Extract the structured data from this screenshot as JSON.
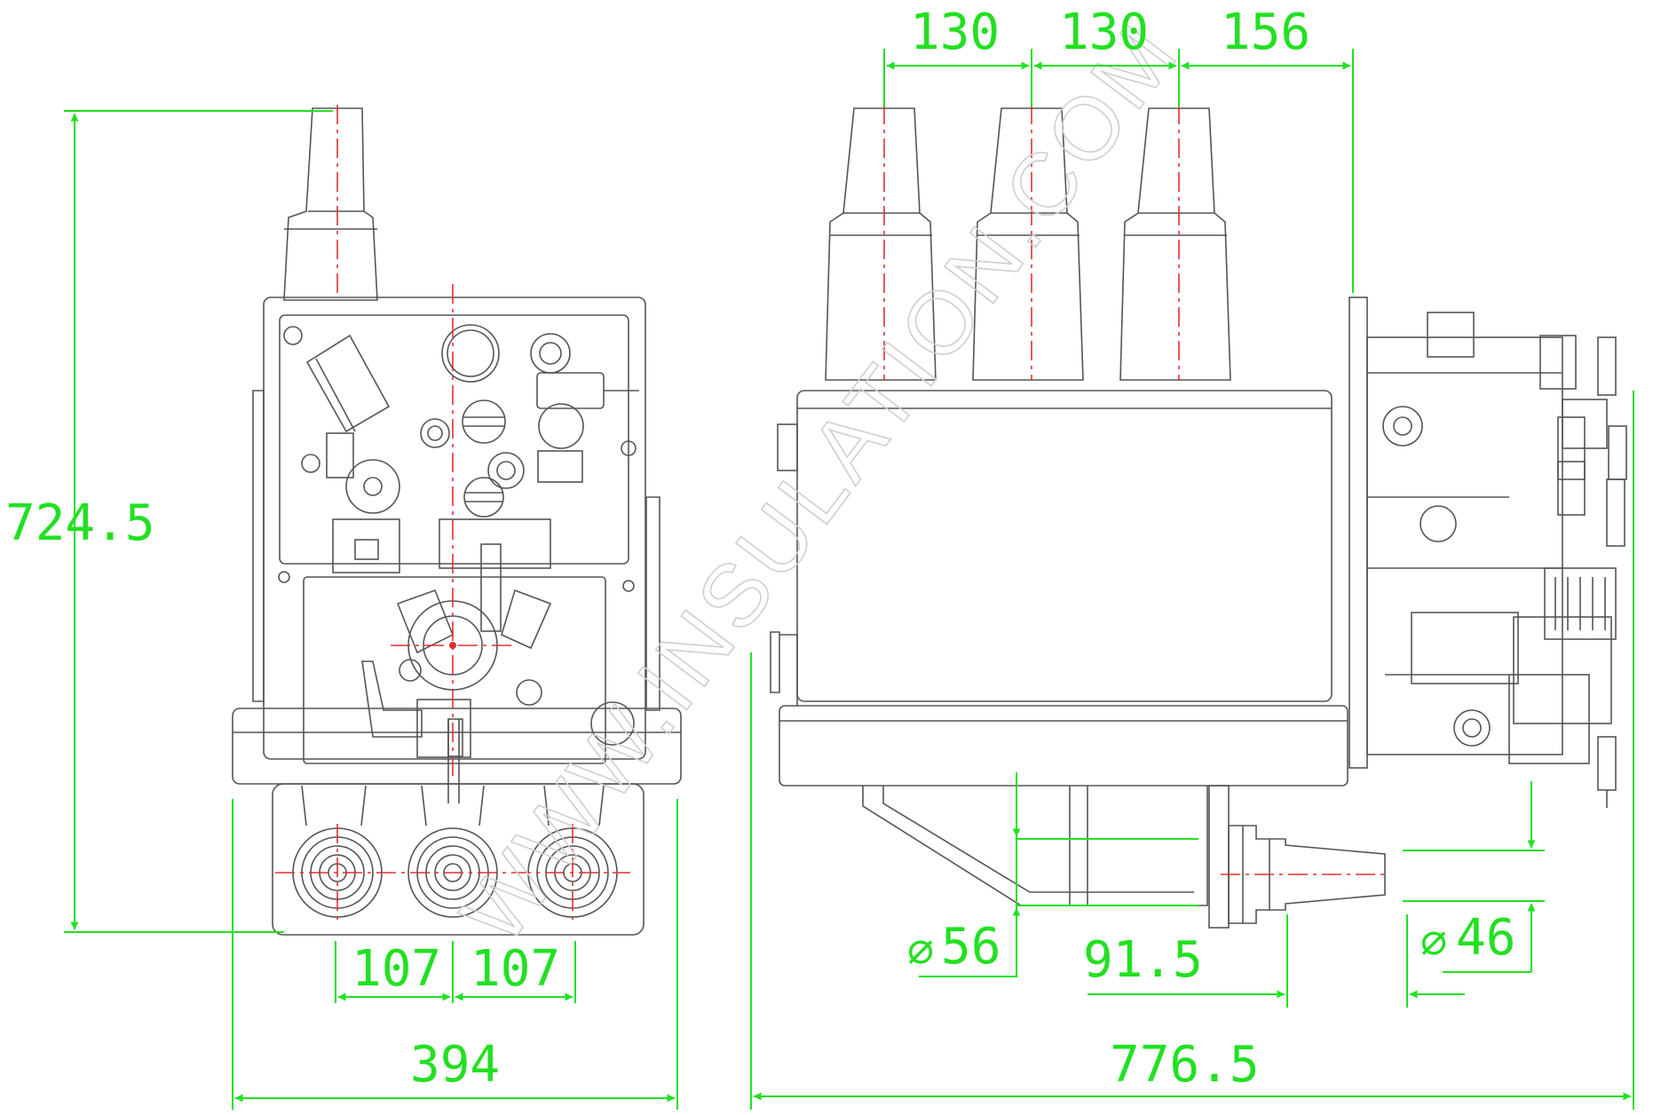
{
  "watermark": "WWW.INSULATION.COM",
  "colors": {
    "dimension": "#22e022",
    "outline": "#555555",
    "centerline": "#e03030"
  },
  "dimensions": {
    "height": "724.5",
    "front_width": "394",
    "pole_spacing_left": "107",
    "pole_spacing_right": "107",
    "side_length": "776.5",
    "pitch_1": "130",
    "pitch_2": "130",
    "pitch_3": "156",
    "dia_lower": "56",
    "offset": "91.5",
    "dia_bushing": "46",
    "dia_symbol": "⌀"
  }
}
